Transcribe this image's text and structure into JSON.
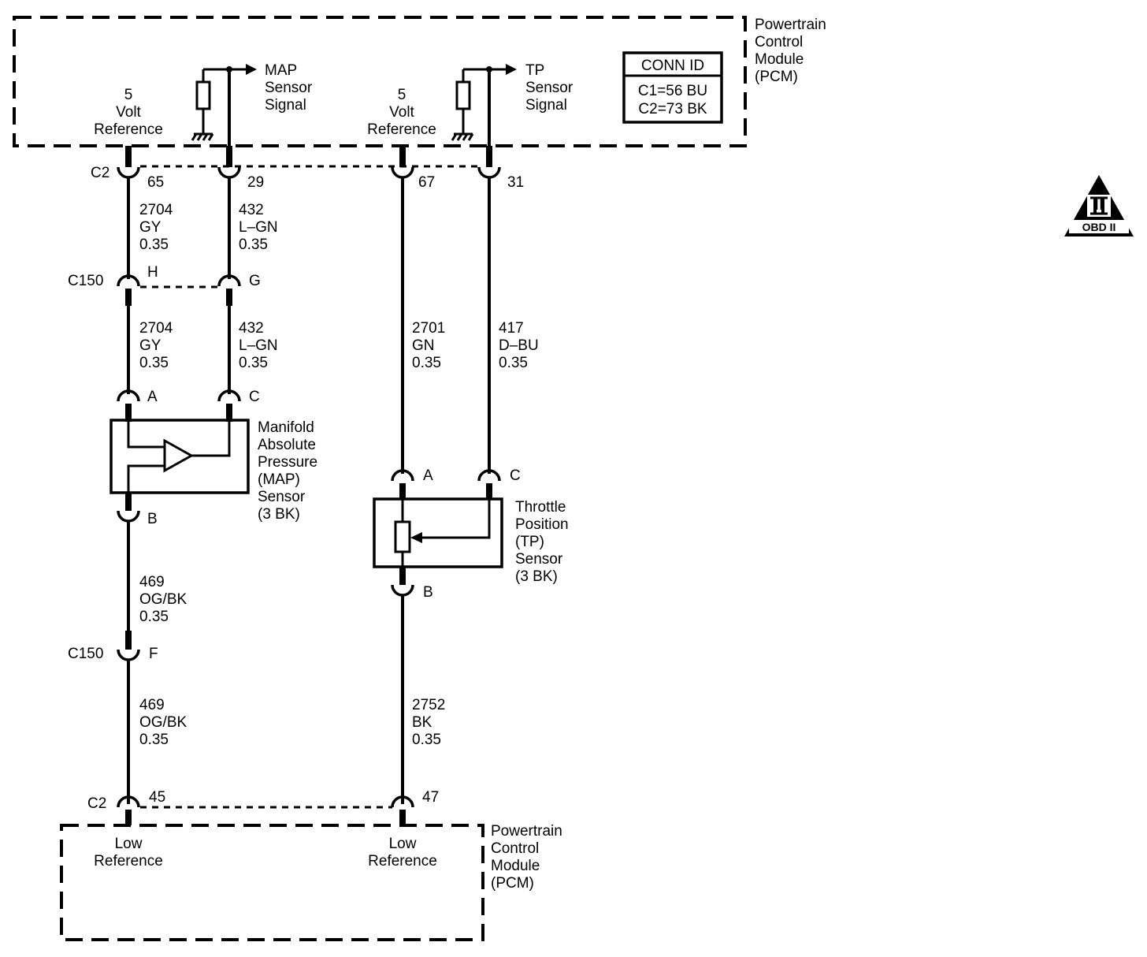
{
  "pcm_top": {
    "title": [
      "Powertrain",
      "Control",
      "Module",
      "(PCM)"
    ],
    "five_volt_ref_1": [
      "5",
      "Volt",
      "Reference"
    ],
    "five_volt_ref_2": [
      "5",
      "Volt",
      "Reference"
    ],
    "map_signal": [
      "MAP",
      "Sensor",
      "Signal"
    ],
    "tp_signal": [
      "TP",
      "Sensor",
      "Signal"
    ],
    "conn_id": {
      "header": "CONN ID",
      "rows": [
        "C1=56 BU",
        "C2=73 BK"
      ]
    }
  },
  "pcm_bottom": {
    "title": [
      "Powertrain",
      "Control",
      "Module",
      "(PCM)"
    ],
    "low_ref_1": [
      "Low",
      "Reference"
    ],
    "low_ref_2": [
      "Low",
      "Reference"
    ]
  },
  "connectors": {
    "c2_top": "C2",
    "c150_top": "C150",
    "c150_bottom": "C150",
    "c2_bottom": "C2"
  },
  "pins": {
    "pcm_65": "65",
    "pcm_29": "29",
    "pcm_67": "67",
    "pcm_31": "31",
    "c150_h": "H",
    "c150_g": "G",
    "map_a": "A",
    "map_c": "C",
    "map_b": "B",
    "tp_a": "A",
    "tp_c": "C",
    "tp_b": "B",
    "c150_f": "F",
    "pcm_45": "45",
    "pcm_47": "47"
  },
  "wires": {
    "w2704_upper": [
      "2704",
      "GY",
      "0.35"
    ],
    "w432_upper": [
      "432",
      "L–GN",
      "0.35"
    ],
    "w2704_lower": [
      "2704",
      "GY",
      "0.35"
    ],
    "w432_lower": [
      "432",
      "L–GN",
      "0.35"
    ],
    "w2701": [
      "2701",
      "GN",
      "0.35"
    ],
    "w417": [
      "417",
      "D–BU",
      "0.35"
    ],
    "w469_upper": [
      "469",
      "OG/BK",
      "0.35"
    ],
    "w469_lower": [
      "469",
      "OG/BK",
      "0.35"
    ],
    "w2752": [
      "2752",
      "BK",
      "0.35"
    ]
  },
  "components": {
    "map_sensor": [
      "Manifold",
      "Absolute",
      "Pressure",
      "(MAP)",
      "Sensor",
      "(3 BK)"
    ],
    "tp_sensor": [
      "Throttle",
      "Position",
      "(TP)",
      "Sensor",
      "(3 BK)"
    ]
  },
  "badge": {
    "symbol": "II",
    "label": "OBD II"
  }
}
